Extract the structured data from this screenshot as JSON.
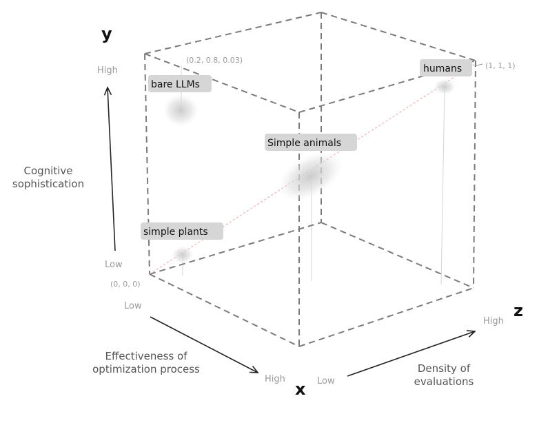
{
  "axes": {
    "y": {
      "letter": "y",
      "name_line1": "Cognitive",
      "name_line2": "sophistication",
      "high": "High",
      "low": "Low"
    },
    "x": {
      "letter": "x",
      "name_line1": "Effectiveness of",
      "name_line2": "optimization process",
      "high": "High",
      "low": "Low"
    },
    "z": {
      "letter": "z",
      "name_line1": "Density of",
      "name_line2": "evaluations",
      "high": "High",
      "low": "Low"
    }
  },
  "corners": {
    "origin": "(0, 0, 0)",
    "max": "(1, 1, 1)",
    "llm_coord": "(0.2, 0.8, 0.03)"
  },
  "points": {
    "bare_llms": "bare LLMs",
    "humans": "humans",
    "simple_animals": "Simple animals",
    "simple_plants": "simple plants"
  },
  "colors": {
    "cube_edge": "#777777",
    "diagonal": "#e8a0a0",
    "label_box": "#d9d9d9",
    "blob": "#cfcfcf",
    "axis_arrow": "#222222",
    "muted_text": "#999999",
    "axis_text": "#555555"
  }
}
